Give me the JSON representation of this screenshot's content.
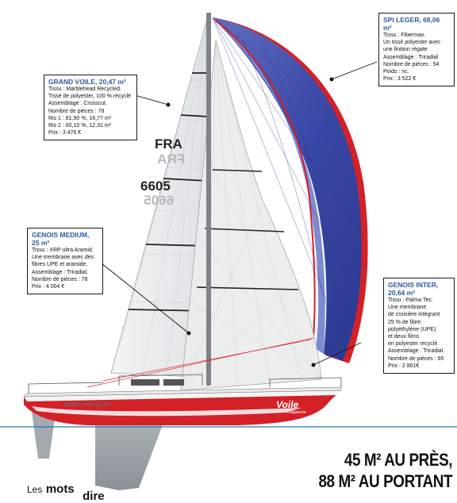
{
  "boat": {
    "sail_number": "FRA",
    "sail_number_reversed": "FRA",
    "race_number": "6605",
    "race_number_reversed": "6605",
    "hull_name": "SUPER ARLEQUIN",
    "hull_logo": "Voile",
    "hull_logo_sub": "magazine"
  },
  "callouts": {
    "grand_voile": {
      "title": "GRAND VOILE, 20,47 m²",
      "lines": [
        "Tissu : Marblehead Recycled.",
        "Tissé de polyester, 100 % recyclé",
        "Assemblage : Crosscut.",
        "Nombre de pièces : 78",
        "Ris 1 : 81,90 %, 16,77 m²",
        "Ris 2 : 60,10 %, 12,31 m²",
        "Prix : 3 476 €"
      ]
    },
    "spi_leger": {
      "title": "SPI LEGER, 68,06 m²",
      "lines": [
        "Tissu : Fibermax.",
        "Un tissé polyester avec",
        "une finition régate",
        "Assemblage : Triradial",
        "Nombre de pièces : 54",
        "Poids : nc.",
        "Prix : 3 522 €"
      ]
    },
    "genois_medium": {
      "title_line1": "GENOIS MEDIUM,",
      "title_line2": "25 m²",
      "lines": [
        "Tissu : XRP ultra Aramid.",
        "Une membrane avec des",
        "fibres UPE et aramide.",
        "Assemblage : Triradial.",
        "Nombre de pièces : 78",
        "Prix : 4 004 €"
      ]
    },
    "genois_inter": {
      "title_line1": "GENOIS INTER,",
      "title_line2": "20,64 m²",
      "lines": [
        "Tissu : Palma Tec.",
        "Une membrane",
        "de croisière intégrant",
        "25 % de fibre",
        "polyéthylène (UPE)",
        "et deux films",
        "en polyester recyclé.",
        "Assemblage : Triradial.",
        "Nombre de pièces : 65",
        "Prix : 2 861€"
      ]
    }
  },
  "headline": {
    "line1": "45 M² AU PRÈS,",
    "line2": "88 M² AU PORTANT"
  },
  "footer": {
    "word1": "Les",
    "word2": "mots",
    "word3": "dire"
  },
  "colors": {
    "spi_blue": "#3b4aa8",
    "spi_red": "#d62027",
    "callout_title": "#2d5a9e",
    "hull_red": "#d42027",
    "keel_grey": "#9aa0a6",
    "waterline": "#1f77b4"
  }
}
